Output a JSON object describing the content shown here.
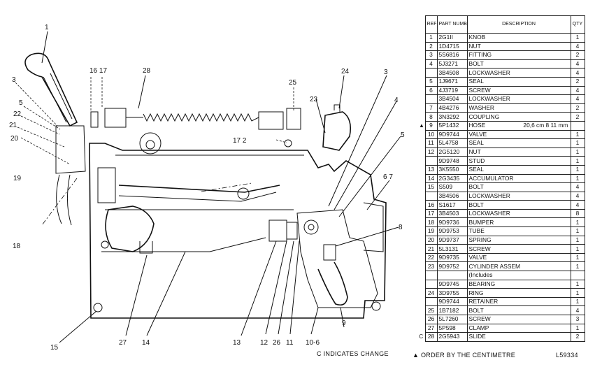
{
  "callouts": [
    {
      "text": "1"
    },
    {
      "text": "3"
    },
    {
      "text": "5"
    },
    {
      "text": "22"
    },
    {
      "text": "21"
    },
    {
      "text": "20"
    },
    {
      "text": "19"
    },
    {
      "text": "18"
    },
    {
      "text": "16 17"
    },
    {
      "text": "28"
    },
    {
      "text": "25"
    },
    {
      "text": "24"
    },
    {
      "text": "23"
    },
    {
      "text": "17 2"
    },
    {
      "text": "3"
    },
    {
      "text": "4"
    },
    {
      "text": "5"
    },
    {
      "text": "6 7"
    },
    {
      "text": "8"
    },
    {
      "text": "15"
    },
    {
      "text": "27"
    },
    {
      "text": "14"
    },
    {
      "text": "13"
    },
    {
      "text": "12"
    },
    {
      "text": "26"
    },
    {
      "text": "11"
    },
    {
      "text": "10-6"
    },
    {
      "text": "9"
    }
  ],
  "footer": {
    "change_note": "C INDICATES CHANGE",
    "order_note": "▲ ORDER BY THE CENTIMETRE",
    "illustration_number": "L59334"
  },
  "table": {
    "headers": {
      "ref": "REF NO",
      "part": "PART NUMBER",
      "desc": "DESCRIPTION",
      "qty": "QTY"
    },
    "rows": [
      {
        "chg": "",
        "ref": "1",
        "part": "2G1II",
        "desc": "KNOB",
        "suffix": "",
        "qty": "1"
      },
      {
        "chg": "",
        "ref": "2",
        "part": "1D4715",
        "desc": "NUT",
        "suffix": "",
        "qty": "4"
      },
      {
        "chg": "",
        "ref": "3",
        "part": "5S6816",
        "desc": "FITTING",
        "suffix": "",
        "qty": "2"
      },
      {
        "chg": "",
        "ref": "4",
        "part": "5J3271",
        "desc": "BOLT",
        "suffix": "",
        "qty": "4"
      },
      {
        "chg": "",
        "ref": "",
        "part": "3B4508",
        "desc": "LOCKWASHER",
        "suffix": "",
        "qty": "4"
      },
      {
        "chg": "",
        "ref": "5",
        "part": "1J9671",
        "desc": "SEAL",
        "suffix": "",
        "qty": "2"
      },
      {
        "chg": "",
        "ref": "6",
        "part": "4J3719",
        "desc": "SCREW",
        "suffix": "",
        "qty": "4"
      },
      {
        "chg": "",
        "ref": "",
        "part": "3B4504",
        "desc": "LOCKWASHER",
        "suffix": "",
        "qty": "4"
      },
      {
        "chg": "",
        "ref": "7",
        "part": "4B4276",
        "desc": "WASHER",
        "suffix": "",
        "qty": "2"
      },
      {
        "chg": "",
        "ref": "8",
        "part": "3N3292",
        "desc": "COUPLING",
        "suffix": "",
        "qty": "2"
      },
      {
        "chg": "▲",
        "ref": "9",
        "part": "5P1432",
        "desc": "HOSE",
        "suffix": "20,6 cm 8 11 mm",
        "qty": ""
      },
      {
        "chg": "",
        "ref": "10",
        "part": "9D9744",
        "desc": "VALVE",
        "suffix": "",
        "qty": "1"
      },
      {
        "chg": "",
        "ref": "11",
        "part": "5L4758",
        "desc": "SEAL",
        "suffix": "",
        "qty": "1"
      },
      {
        "chg": "",
        "ref": "12",
        "part": "2G5120",
        "desc": "NUT",
        "suffix": "",
        "qty": "1"
      },
      {
        "chg": "",
        "ref": "",
        "part": "9D9748",
        "desc": "STUD",
        "suffix": "",
        "qty": "1"
      },
      {
        "chg": "",
        "ref": "13",
        "part": "3K5550",
        "desc": "SEAL",
        "suffix": "",
        "qty": "1"
      },
      {
        "chg": "",
        "ref": "14",
        "part": "2G3435",
        "desc": "ACCUMULATOR",
        "suffix": "",
        "qty": "1"
      },
      {
        "chg": "",
        "ref": "15",
        "part": "S509",
        "desc": "BOLT",
        "suffix": "",
        "qty": "4"
      },
      {
        "chg": "",
        "ref": "",
        "part": "3B4506",
        "desc": "LOCKWASHER",
        "suffix": "",
        "qty": "4"
      },
      {
        "chg": "",
        "ref": "16",
        "part": "S1617",
        "desc": "BOLT",
        "suffix": "",
        "qty": "4"
      },
      {
        "chg": "",
        "ref": "17",
        "part": "3B4503",
        "desc": "LOCKWASHER",
        "suffix": "",
        "qty": "8"
      },
      {
        "chg": "",
        "ref": "18",
        "part": "9D9736",
        "desc": "BUMPER",
        "suffix": "",
        "qty": "1"
      },
      {
        "chg": "",
        "ref": "19",
        "part": "9D9753",
        "desc": "TUBE",
        "suffix": "",
        "qty": "1"
      },
      {
        "chg": "",
        "ref": "20",
        "part": "9D9737",
        "desc": "SPRING",
        "suffix": "",
        "qty": "1"
      },
      {
        "chg": "",
        "ref": "21",
        "part": "5L3131",
        "desc": "SCREW",
        "suffix": "",
        "qty": "1"
      },
      {
        "chg": "",
        "ref": "22",
        "part": "9D9735",
        "desc": "VALVE",
        "suffix": "",
        "qty": "1"
      },
      {
        "chg": "",
        "ref": "23",
        "part": "9D9752",
        "desc": "CYLINDER ASSEM",
        "suffix": "",
        "qty": "1"
      },
      {
        "chg": "",
        "ref": "",
        "part": "",
        "desc": "(Includes",
        "suffix": "",
        "qty": ""
      },
      {
        "chg": "",
        "ref": "",
        "part": "9D9745",
        "desc": "BEARING",
        "suffix": "",
        "qty": "1"
      },
      {
        "chg": "",
        "ref": "24",
        "part": "3D9755",
        "desc": "RING",
        "suffix": "",
        "qty": "1"
      },
      {
        "chg": "",
        "ref": "",
        "part": "9D9744",
        "desc": "RETAINER",
        "suffix": "",
        "qty": "1"
      },
      {
        "chg": "",
        "ref": "25",
        "part": "1B7182",
        "desc": "BOLT",
        "suffix": "",
        "qty": "4"
      },
      {
        "chg": "",
        "ref": "26",
        "part": "5L7260",
        "desc": "SCREW",
        "suffix": "",
        "qty": "3"
      },
      {
        "chg": "",
        "ref": "27",
        "part": "5P598",
        "desc": "CLAMP",
        "suffix": "",
        "qty": "1"
      },
      {
        "chg": "C",
        "ref": "28",
        "part": "2G5943",
        "desc": "SLIDE",
        "suffix": "",
        "qty": "2"
      }
    ]
  }
}
